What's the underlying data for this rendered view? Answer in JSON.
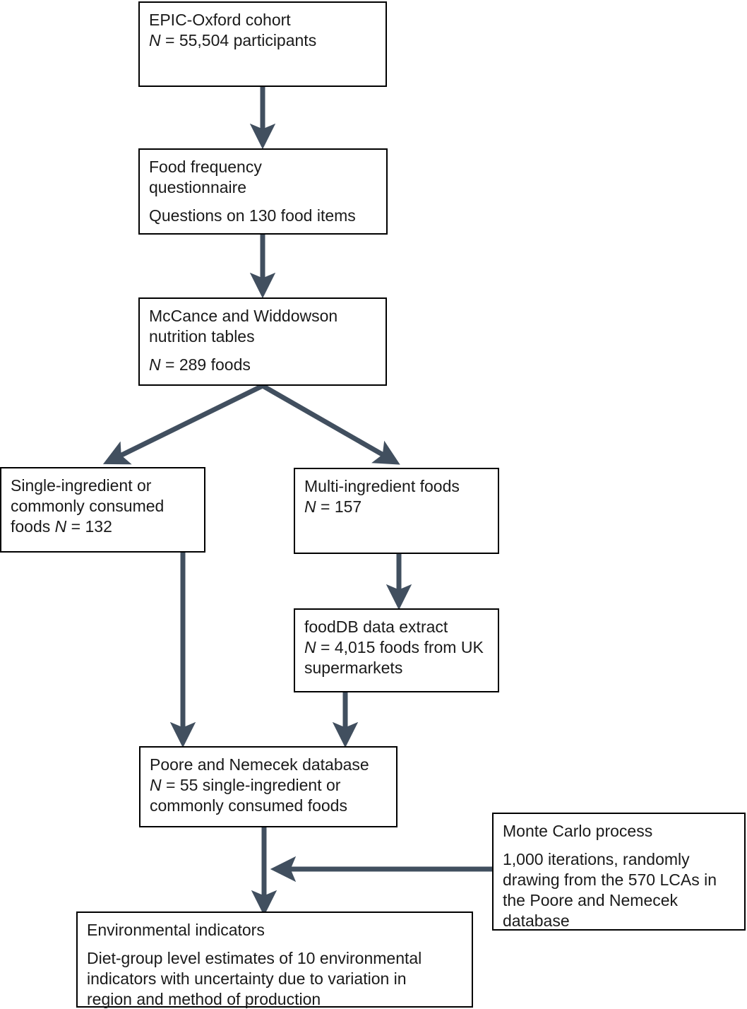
{
  "diagram": {
    "title": "EPIC-Oxford environmental indicators study flow",
    "arrow_color": "#414f5f",
    "box_border_color": "#000000",
    "text_color": "#1a1a1a",
    "background": "#ffffff"
  },
  "nodes": {
    "cohort": {
      "line1": "EPIC-Oxford cohort",
      "line2_prefix": "N",
      "line2_rest": " = 55,504 participants"
    },
    "ffq": {
      "line1": "Food frequency",
      "line2": "questionnaire",
      "line3": "Questions on 130 food items"
    },
    "mccance": {
      "line1": "McCance and Widdowson",
      "line2": "nutrition tables",
      "line3_prefix": "N",
      "line3_rest": " = 289 foods"
    },
    "single_ingredient": {
      "line1": "Single-ingredient or",
      "line2": "commonly consumed",
      "line3_a": "foods ",
      "line3_prefix": "N",
      "line3_rest": " = 132"
    },
    "multi_ingredient": {
      "line1": "Multi-ingredient foods",
      "line2_prefix": "N",
      "line2_rest": " = 157"
    },
    "fooddb": {
      "line1": "foodDB data extract",
      "line2_prefix": "N",
      "line2_rest": " = 4,015 foods from UK",
      "line3": "supermarkets"
    },
    "poore": {
      "line1": "Poore and Nemecek database",
      "line2_prefix": "N",
      "line2_rest": " = 55 single-ingredient or",
      "line3": "commonly consumed foods"
    },
    "montecarlo": {
      "line1": "Monte Carlo process",
      "line2": "1,000 iterations, randomly",
      "line3": "drawing from the 570 LCAs in",
      "line4": "the Poore and Nemecek",
      "line5": "database"
    },
    "environmental": {
      "line1": "Environmental indicators",
      "line2": "Diet-group level estimates of 10 environmental",
      "line3": "indicators with uncertainty due to variation in",
      "line4": "region and method of production"
    }
  },
  "edges": [
    {
      "name": "cohort-to-ffq",
      "from": "cohort",
      "to": "ffq",
      "direction": "down"
    },
    {
      "name": "ffq-to-mccance",
      "from": "ffq",
      "to": "mccance",
      "direction": "down"
    },
    {
      "name": "mccance-to-single-ingredient",
      "from": "mccance",
      "to": "single_ingredient",
      "direction": "down-left"
    },
    {
      "name": "mccance-to-multi-ingredient",
      "from": "mccance",
      "to": "multi_ingredient",
      "direction": "down-right"
    },
    {
      "name": "multi-ingredient-to-fooddb",
      "from": "multi_ingredient",
      "to": "fooddb",
      "direction": "down"
    },
    {
      "name": "single-ingredient-to-poore",
      "from": "single_ingredient",
      "to": "poore",
      "direction": "down"
    },
    {
      "name": "fooddb-to-poore",
      "from": "fooddb",
      "to": "poore",
      "direction": "down"
    },
    {
      "name": "poore-to-environmental",
      "from": "poore",
      "to": "environmental",
      "direction": "down"
    },
    {
      "name": "montecarlo-to-poore-environmental-link",
      "from": "montecarlo",
      "to": "poore_environmental_connector",
      "direction": "left"
    }
  ]
}
